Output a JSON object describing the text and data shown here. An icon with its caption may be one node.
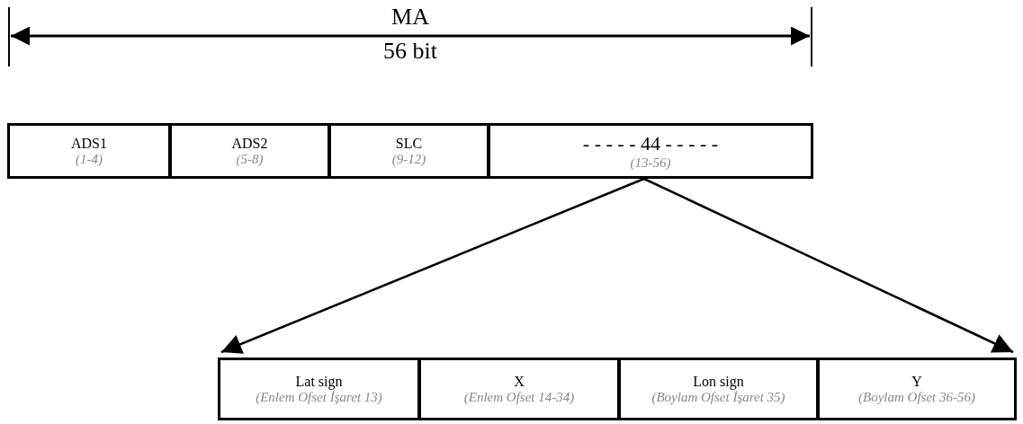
{
  "diagram": {
    "nodes": [
      {
        "text": [
          "ADS1",
          "(1-4)"
        ]
      },
      {
        "text": [
          "ADS2",
          "(5-8)"
        ]
      },
      {
        "text": [
          "SLC",
          "(9-12)"
        ]
      },
      {
        "text": [
          "- - - - - 44 - - - - -",
          "(13-56)"
        ]
      },
      {
        "text": [
          "Lat sign",
          "(Enlem Ofset İşaret 13)"
        ]
      },
      {
        "text": [
          "X",
          "(Enlem Ofset 14-34)"
        ]
      },
      {
        "text": [
          "Lon sign",
          "(Boylam Ofset İşaret 35)"
        ]
      },
      {
        "text": [
          "Y",
          "(Boylam Ofset 36-56)"
        ]
      }
    ],
    "edges": [
      {
        "from": 3,
        "to": 4,
        "arrow": "to"
      },
      {
        "from": 3,
        "to": 7,
        "arrow": "to"
      }
    ],
    "labels": [
      "MA",
      "56 bit"
    ]
  }
}
